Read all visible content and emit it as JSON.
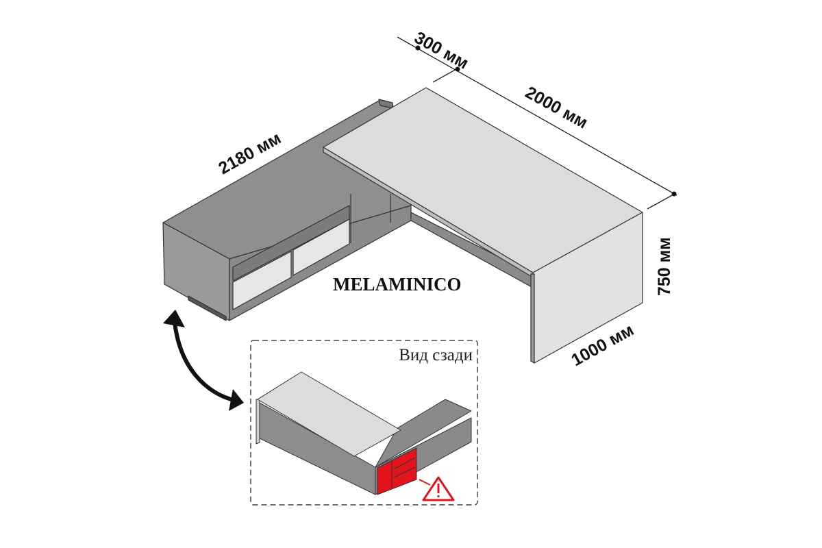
{
  "diagram": {
    "brand_label": "MELAMINICO",
    "dimensions": {
      "depth_offset": "300 мм",
      "desk_length": "2000 мм",
      "credenza_length": "2180 мм",
      "height": "750 мм",
      "desk_width": "1000 мм"
    },
    "inset": {
      "title": "Вид сзади",
      "warning_icon": "warning-triangle-icon"
    },
    "colors": {
      "top_light": "#d9d9d9",
      "body_dark": "#8a8a8a",
      "face_mid": "#9b9b9b",
      "drawer_white": "#e6e6e6",
      "warning_red": "#e3141b"
    }
  }
}
